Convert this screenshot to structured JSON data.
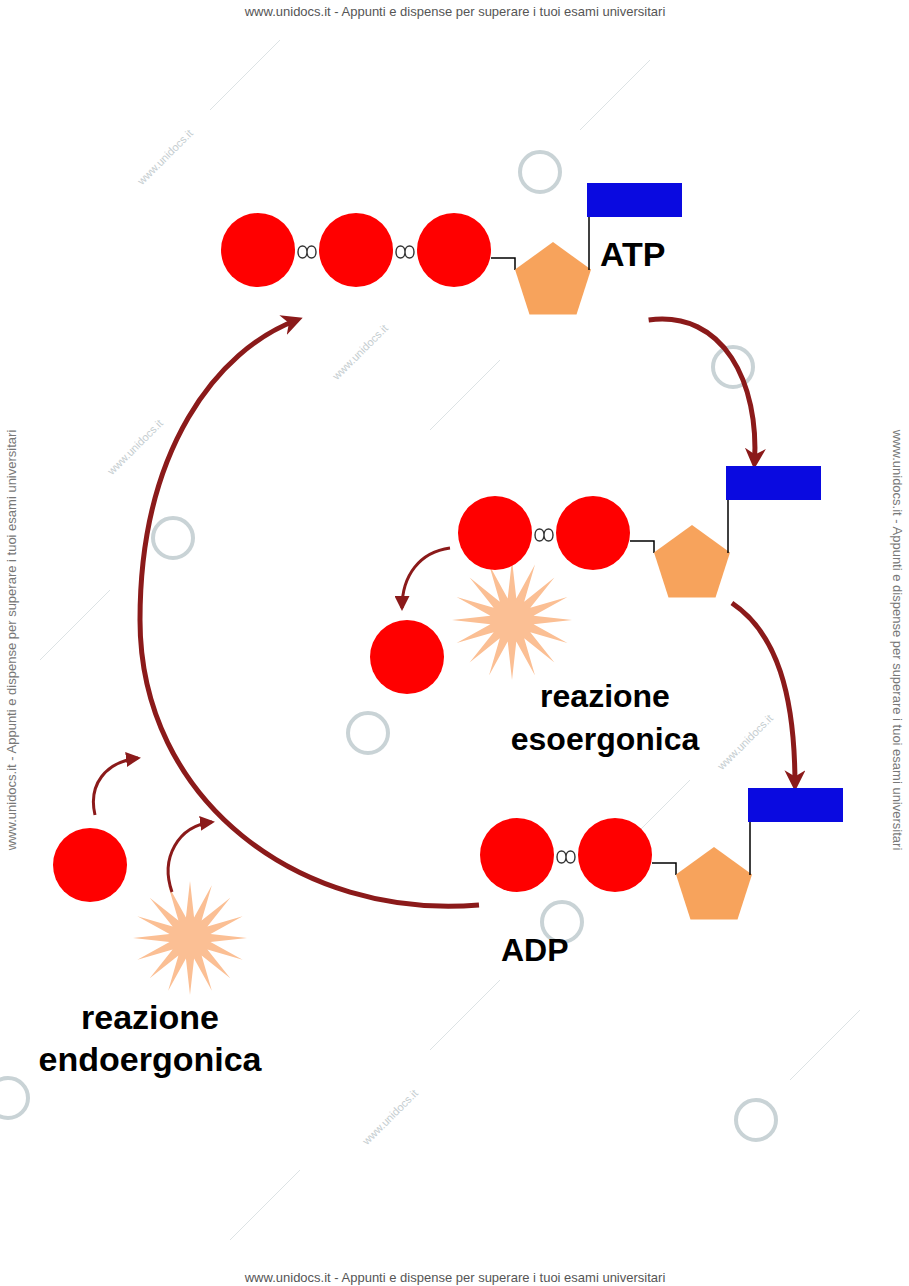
{
  "diagram": {
    "nodes": [
      {
        "text": [
          "ATP"
        ]
      },
      {
        "text": [
          "reazione esoergonica"
        ]
      },
      {
        "text": [
          "ADP"
        ]
      }
    ],
    "edges": [
      {
        "from": 0,
        "to": 1,
        "arrow": "to"
      },
      {
        "from": 1,
        "to": 2,
        "arrow": "to"
      },
      {
        "from": 2,
        "to": 0,
        "arrow": "to"
      }
    ],
    "labels": [
      "reazione endoergonica",
      "www.unidocs.it - Appunti e dispense per superare i tuoi esami universitari",
      "www.unidocs.it - Appunti e dispense per superare i tuoi esami universitari",
      "www.unidocs.it - Appunti e dispense per superare i tuoi esami universitari",
      "www.unidocs.it - Appunti e dispense per superare i tuoi esami universitari",
      "www.unidocs.it",
      "www.unidocs.it",
      "www.unidocs.it",
      "www.unidocs.it",
      "www.unidocs.it"
    ]
  }
}
